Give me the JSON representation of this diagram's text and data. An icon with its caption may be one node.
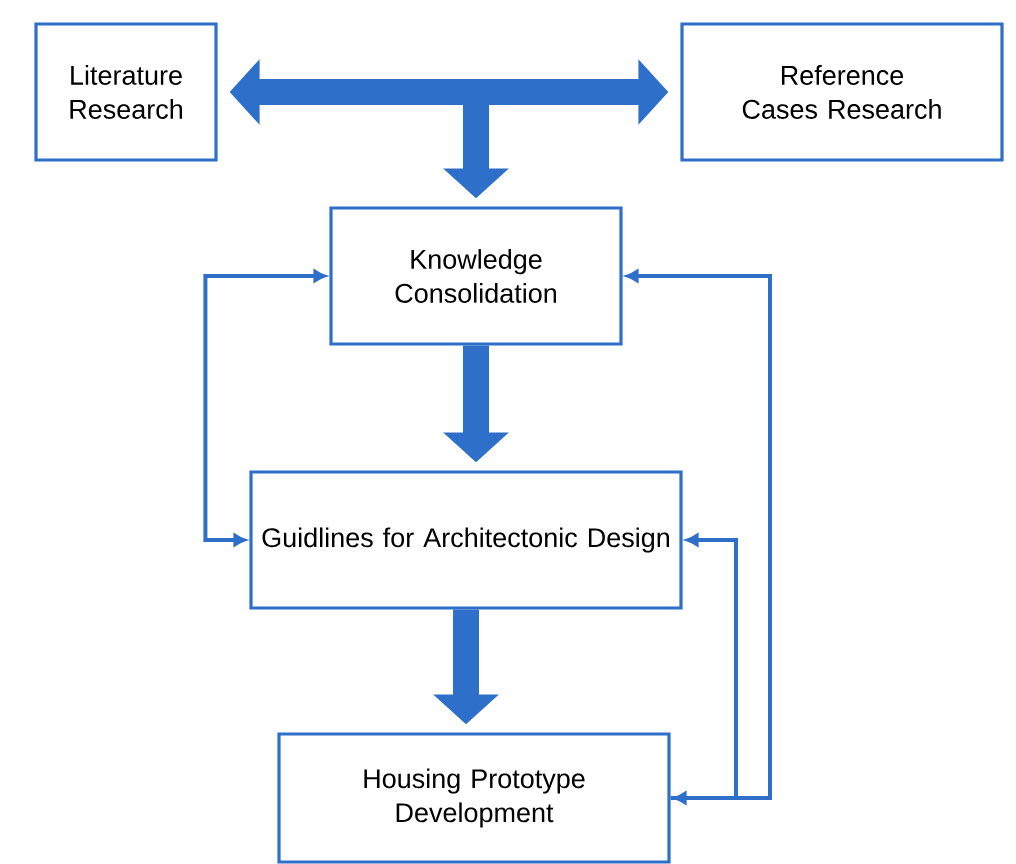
{
  "diagram": {
    "nodes": [
      {
        "text": [
          "Literature Research"
        ]
      },
      {
        "text": [
          "Reference Cases Research"
        ]
      },
      {
        "text": [
          "Knowledge Consolidation"
        ]
      },
      {
        "text": [
          "Guidlines for Architectonic Design"
        ]
      },
      {
        "text": [
          "Housing Prototype Development"
        ]
      }
    ],
    "edges": [
      {
        "from": 0,
        "to": 1,
        "arrow": "both"
      },
      {
        "from": 0,
        "to": 2,
        "arrow": "to"
      },
      {
        "from": 1,
        "to": 2,
        "arrow": "to"
      },
      {
        "from": 2,
        "to": 3,
        "arrow": "to"
      },
      {
        "from": 3,
        "to": 4,
        "arrow": "to"
      },
      {
        "from": 3,
        "to": 2,
        "arrow": "both"
      },
      {
        "from": 4,
        "to": 2,
        "arrow": "both"
      },
      {
        "from": 4,
        "to": 3,
        "arrow": "to"
      }
    ]
  }
}
